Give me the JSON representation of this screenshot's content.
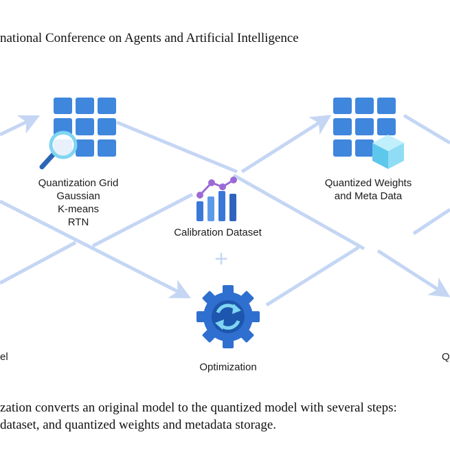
{
  "header": {
    "text": "national Conference on Agents and Artificial Intelligence"
  },
  "nodes": {
    "grid": {
      "lines": [
        "Quantization Grid",
        "Gaussian",
        "K-means",
        "RTN"
      ]
    },
    "calibration": {
      "label": "Calibration Dataset"
    },
    "weights": {
      "lines": [
        "Quantized Weights",
        "and Meta Data"
      ]
    },
    "optimization": {
      "label": "Optimization"
    },
    "left_partial": {
      "label": "el"
    },
    "right_partial": {
      "label": "Q"
    }
  },
  "plus_symbol": "+",
  "caption": {
    "line1": "zation converts an original model to the quantized model with several steps:",
    "line2": "dataset, and quantized weights and metadata storage."
  },
  "colors": {
    "arrow": "#c5d6f4",
    "grid_tile": "#3f86dd",
    "gear": "#2f6fcf",
    "chart_bar": "#3a78d8",
    "chart_line": "#9b6ad6"
  }
}
